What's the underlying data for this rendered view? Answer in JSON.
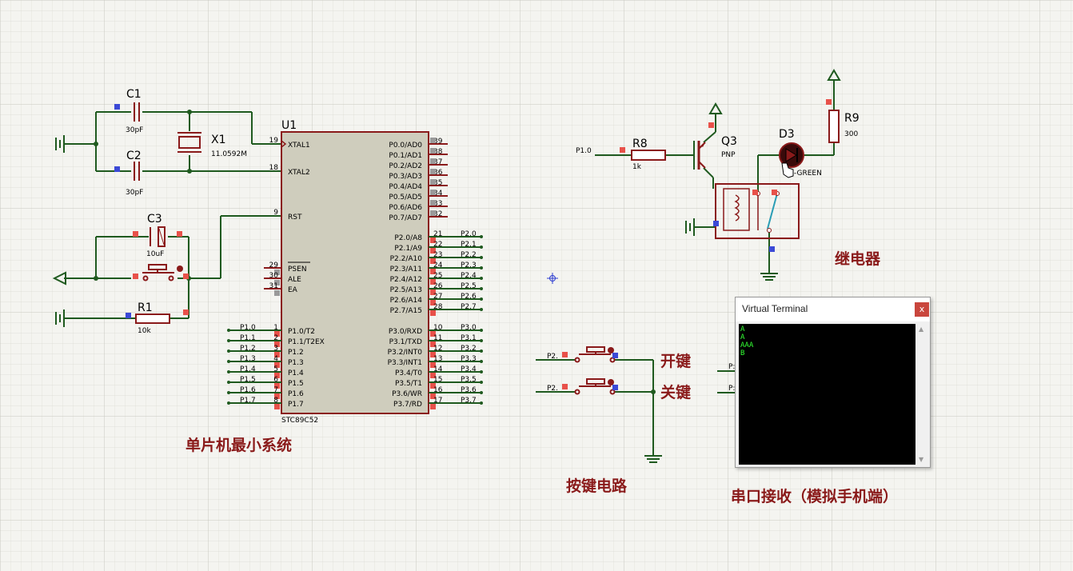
{
  "labels": {
    "c1": "C1",
    "c1_val": "30pF",
    "c2": "C2",
    "c2_val": "30pF",
    "x1": "X1",
    "x1_val": "11.0592M",
    "c3": "C3",
    "c3_val": "10uF",
    "r1": "R1",
    "r1_val": "10k",
    "u1": "U1",
    "u1_part": "STC89C52",
    "r8": "R8",
    "r8_val": "1k",
    "r8_net": "P1.0",
    "q3": "Q3",
    "q3_type": "PNP",
    "d3": "D3",
    "d3_val": "D-GREEN",
    "r9": "R9",
    "r9_val": "300"
  },
  "mcu": {
    "left_top": [
      {
        "num": "19",
        "name": "XTAL1"
      },
      {
        "num": "18",
        "name": "XTAL2"
      },
      {
        "num": "9",
        "name": "RST"
      },
      {
        "num": "29",
        "name": "PSEN"
      },
      {
        "num": "30",
        "name": "ALE"
      },
      {
        "num": "31",
        "name": "EA"
      }
    ],
    "left_p1": [
      {
        "num": "1",
        "name": "P1.0/T2",
        "net": "P1.0"
      },
      {
        "num": "2",
        "name": "P1.1/T2EX",
        "net": "P1.1"
      },
      {
        "num": "3",
        "name": "P1.2",
        "net": "P1.2"
      },
      {
        "num": "4",
        "name": "P1.3",
        "net": "P1.3"
      },
      {
        "num": "5",
        "name": "P1.4",
        "net": "P1.4"
      },
      {
        "num": "6",
        "name": "P1.5",
        "net": "P1.5"
      },
      {
        "num": "7",
        "name": "P1.6",
        "net": "P1.6"
      },
      {
        "num": "8",
        "name": "P1.7",
        "net": "P1.7"
      }
    ],
    "right_p0": [
      {
        "num": "39",
        "name": "P0.0/AD0"
      },
      {
        "num": "38",
        "name": "P0.1/AD1"
      },
      {
        "num": "37",
        "name": "P0.2/AD2"
      },
      {
        "num": "36",
        "name": "P0.3/AD3"
      },
      {
        "num": "35",
        "name": "P0.4/AD4"
      },
      {
        "num": "34",
        "name": "P0.5/AD5"
      },
      {
        "num": "33",
        "name": "P0.6/AD6"
      },
      {
        "num": "32",
        "name": "P0.7/AD7"
      }
    ],
    "right_p2": [
      {
        "num": "21",
        "name": "P2.0/A8",
        "net": "P2.0"
      },
      {
        "num": "22",
        "name": "P2.1/A9",
        "net": "P2.1"
      },
      {
        "num": "23",
        "name": "P2.2/A10",
        "net": "P2.2"
      },
      {
        "num": "24",
        "name": "P2.3/A11",
        "net": "P2.3"
      },
      {
        "num": "25",
        "name": "P2.4/A12",
        "net": "P2.4"
      },
      {
        "num": "26",
        "name": "P2.5/A13",
        "net": "P2.5"
      },
      {
        "num": "27",
        "name": "P2.6/A14",
        "net": "P2.6"
      },
      {
        "num": "28",
        "name": "P2.7/A15",
        "net": "P2.7"
      }
    ],
    "right_p3": [
      {
        "num": "10",
        "name": "P3.0/RXD",
        "net": "P3.0"
      },
      {
        "num": "11",
        "name": "P3.1/TXD",
        "net": "P3.1"
      },
      {
        "num": "12",
        "name": "P3.2/INT0",
        "net": "P3.2"
      },
      {
        "num": "13",
        "name": "P3.3/INT1",
        "net": "P3.3"
      },
      {
        "num": "14",
        "name": "P3.4/T0",
        "net": "P3.4"
      },
      {
        "num": "15",
        "name": "P3.5/T1",
        "net": "P3.5"
      },
      {
        "num": "16",
        "name": "P3.6/WR",
        "net": "P3.6"
      },
      {
        "num": "17",
        "name": "P3.7/RD",
        "net": "P3.7"
      }
    ]
  },
  "buttons": {
    "net1": "P2.",
    "net2": "P2.",
    "open_label": "开键",
    "close_label": "关键"
  },
  "terminal": {
    "title": "Virtual Terminal",
    "close": "x",
    "lines": [
      "A",
      "A",
      "AAA",
      "B"
    ],
    "pin1": "P:",
    "pin2": "P:"
  },
  "sections": {
    "mcu_system": "单片机最小系统",
    "button_circuit": "按键电路",
    "relay": "继电器",
    "serial_receive": "串口接收（模拟手机端）"
  }
}
